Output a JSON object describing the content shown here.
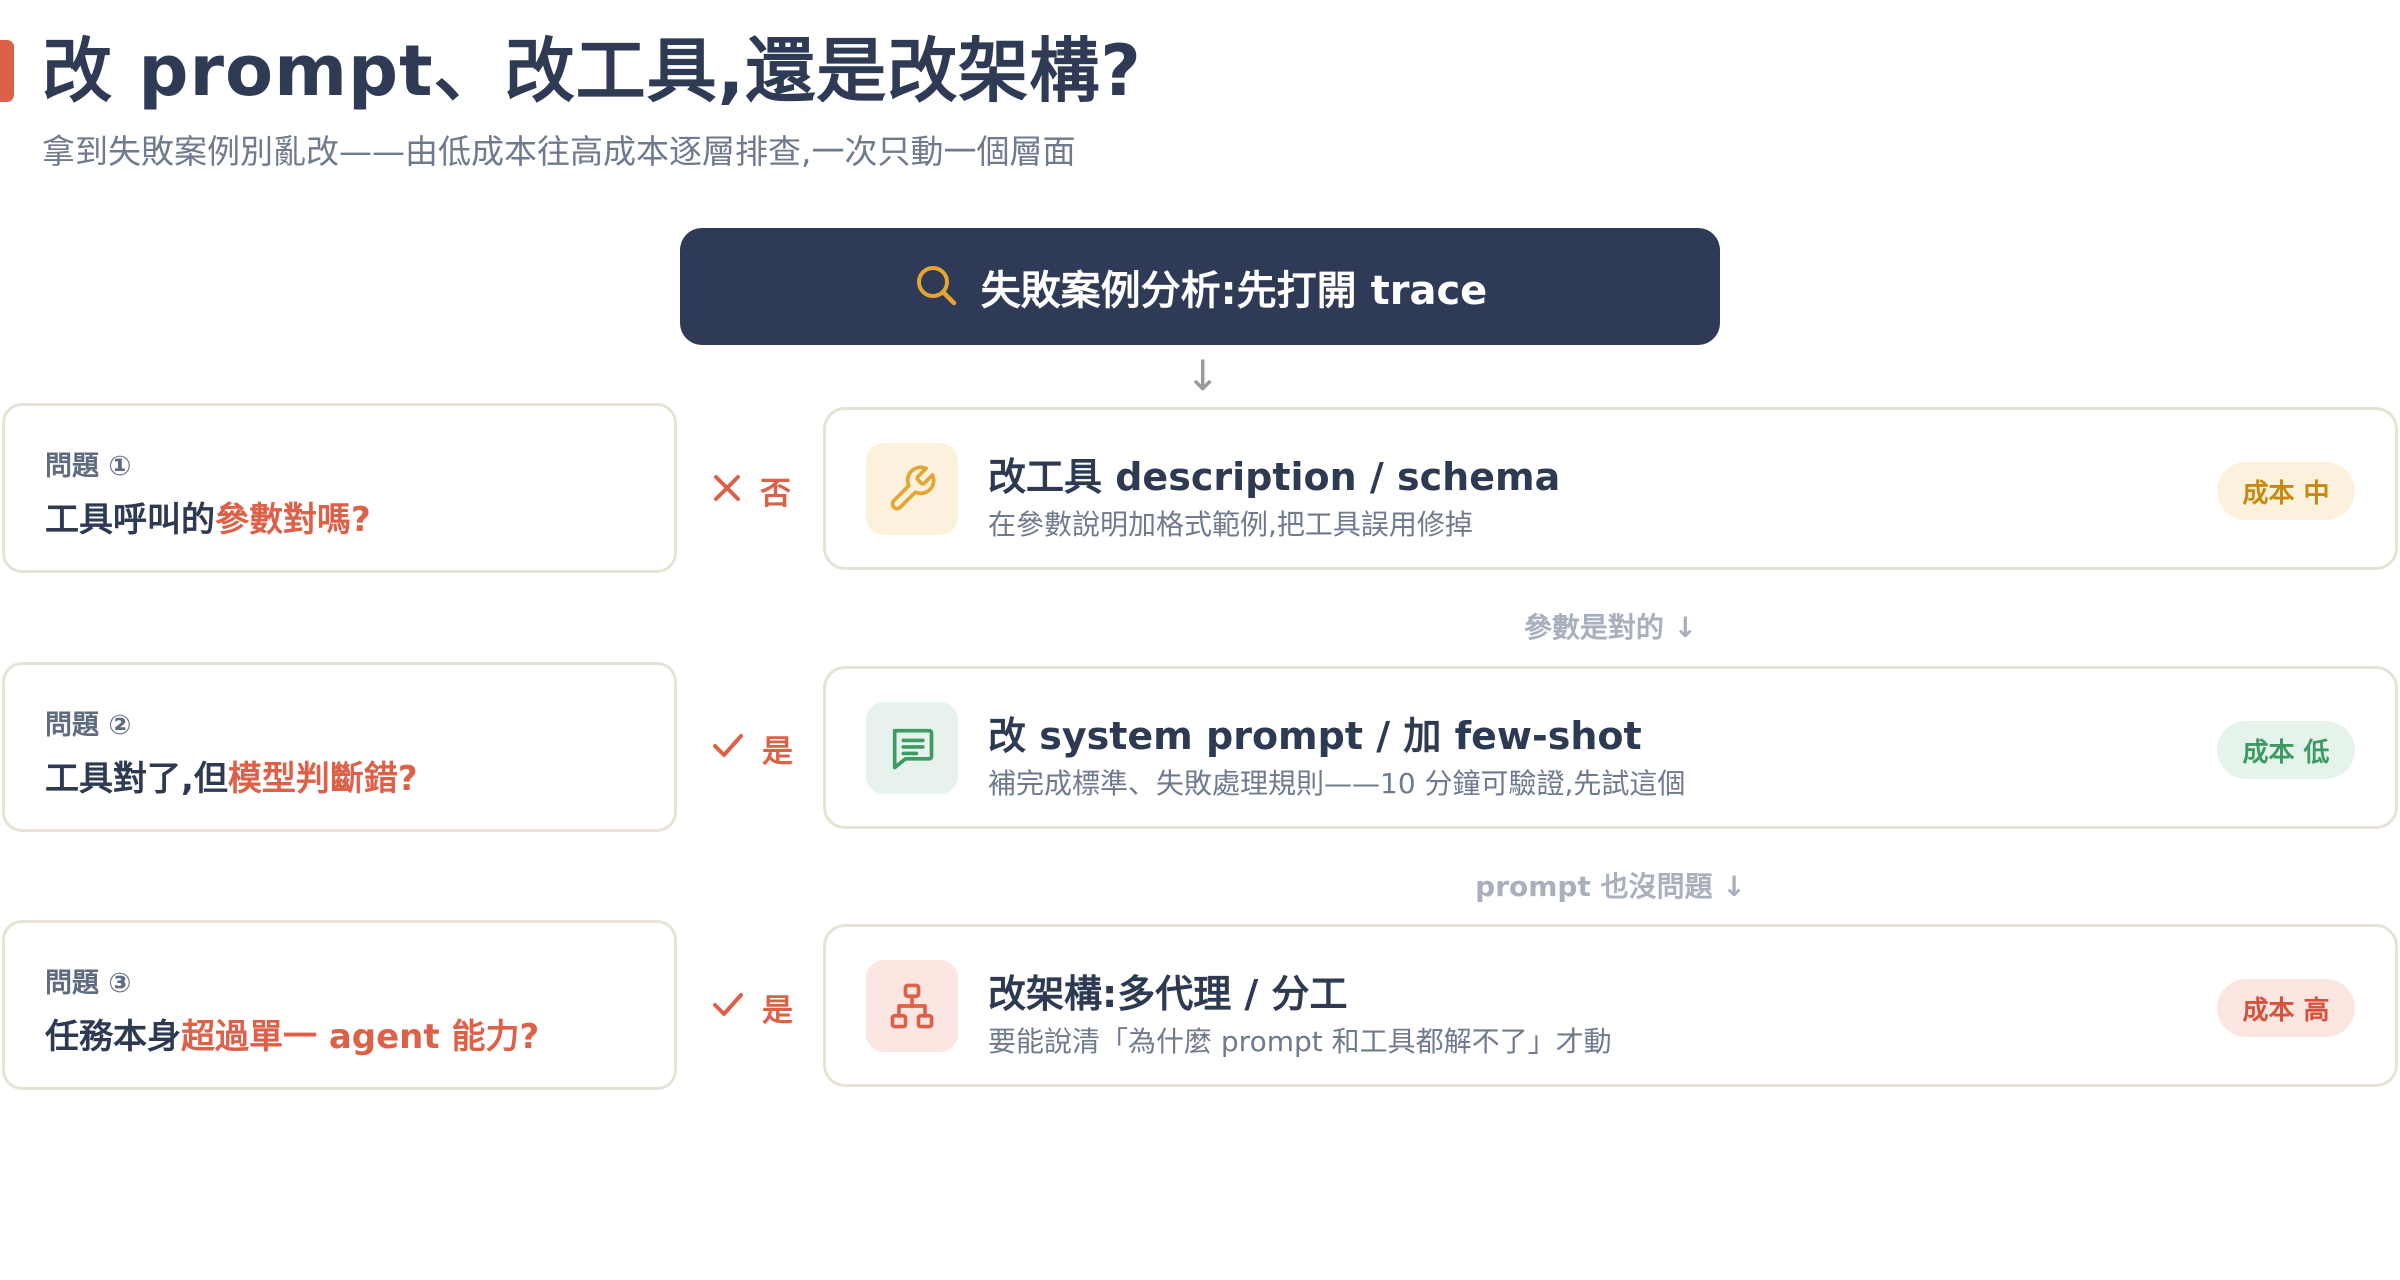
{
  "header": {
    "title": "改 prompt、改工具,還是改架構?",
    "subtitle": "拿到失敗案例別亂改——由低成本往高成本逐層排查,一次只動一個層面"
  },
  "root": {
    "label": "失敗案例分析:先打開 trace",
    "icon": "search-icon",
    "arrow": "↓"
  },
  "rows": [
    {
      "question_num": "問題 ①",
      "question_prefix": "工具呼叫的",
      "question_highlight": "參數對嗎?",
      "question_suffix": "",
      "branch_icon": "x-icon",
      "branch_label": "否",
      "action_icon": "wrench-icon",
      "action_title": "改工具 description / schema",
      "action_desc": "在參數說明加格式範例,把工具誤用修掉",
      "badge": "成本 中",
      "badge_color": "#c58a12",
      "badge_bg": "#fcf1dc",
      "icon_bg": "#fcf1dc",
      "icon_color": "#e3a533"
    },
    {
      "question_num": "問題 ②",
      "question_prefix": "工具對了,但",
      "question_highlight": "模型判斷錯?",
      "question_suffix": "",
      "branch_icon": "check-icon",
      "branch_label": "是",
      "action_icon": "message-icon",
      "action_title": "改 system prompt / 加 few-shot",
      "action_desc": "補完成標準、失敗處理規則——10 分鐘可驗證,先試這個",
      "badge": "成本 低",
      "badge_color": "#3d9a62",
      "badge_bg": "#e5f3ea",
      "icon_bg": "#e7f2ec",
      "icon_color": "#3d9a62"
    },
    {
      "question_num": "問題 ③",
      "question_prefix": "任務本身",
      "question_highlight": "超過單一 agent 能力?",
      "question_suffix": "",
      "branch_icon": "check-icon",
      "branch_label": "是",
      "action_icon": "hierarchy-icon",
      "action_title": "改架構:多代理 / 分工",
      "action_desc": "要能說清「為什麼 prompt 和工具都解不了」才動",
      "badge": "成本 高",
      "badge_color": "#d8513c",
      "badge_bg": "#fbe6e2",
      "icon_bg": "#fbe6e2",
      "icon_color": "#dd6149"
    }
  ],
  "connectors": [
    "參數是對的 ↓",
    "prompt 也沒問題 ↓"
  ],
  "colors": {
    "accent": "#dd6149",
    "navy": "#2f3a56",
    "icon_gold": "#e3a533"
  }
}
